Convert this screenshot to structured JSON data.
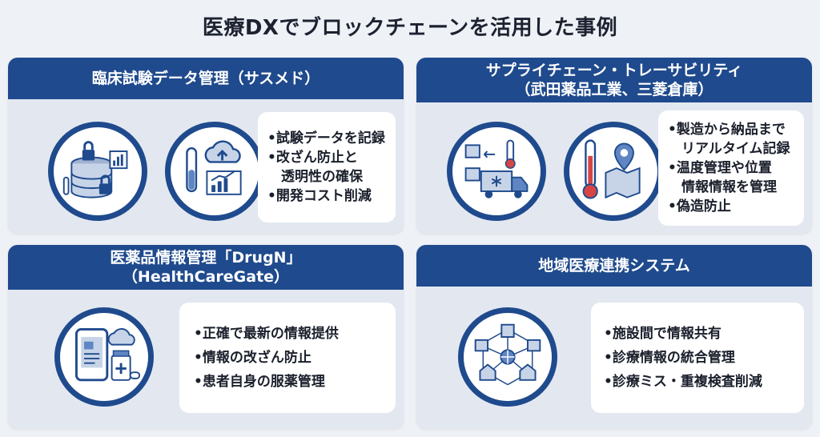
{
  "title": "医療DXでブロックチェーンを活用した事例",
  "cards": [
    {
      "header_line1": "臨床試験データ管理（サスメド）",
      "header_line2": "",
      "icons": [
        "database-lock-icon",
        "flask-cloud-chart-icon"
      ],
      "bullets": [
        "•試験データを記録",
        "•改ざん防止と",
        "　透明性の確保",
        "•開発コスト削減"
      ]
    },
    {
      "header_line1": "サプライチェーン・トレーサビリティ",
      "header_line2": "（武田薬品工業、三菱倉庫）",
      "icons": [
        "refrigerated-truck-icon",
        "thermometer-map-icon"
      ],
      "bullets": [
        "•製造から納品まで",
        "　リアルタイム記録",
        "•温度管理や位置",
        "　情報情報を管理",
        "•偽造防止"
      ]
    },
    {
      "header_line1": "医薬品情報管理「DrugN」",
      "header_line2": "（HealthCareGate）",
      "icons": [
        "tablet-medicine-cloud-icon"
      ],
      "bullets": [
        "•正確で最新の情報提供",
        "•情報の改ざん防止",
        "•患者自身の服薬管理"
      ]
    },
    {
      "header_line1": "地域医療連携システム",
      "header_line2": "",
      "icons": [
        "hospital-network-icon"
      ],
      "bullets": [
        "•施設間で情報共有",
        "•診療情報の統合管理",
        "•診療ミス・重複検査削減"
      ]
    }
  ],
  "colors": {
    "primary": "#1f4a8d",
    "card_bg": "#e3e8f0",
    "page_bg": "#eef1f6"
  }
}
